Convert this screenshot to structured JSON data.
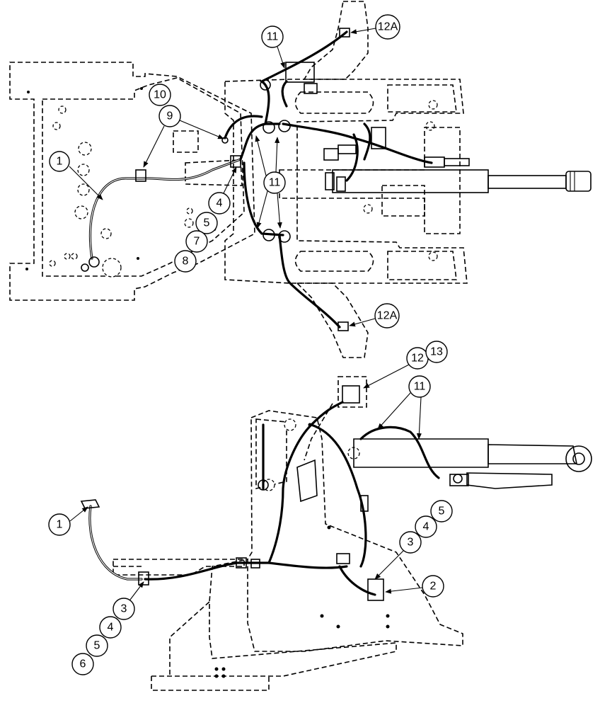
{
  "callouts": {
    "c1_top": "1",
    "c4_top": "4",
    "c5_top": "5",
    "c7_top": "7",
    "c8_top": "8",
    "c9_top": "9",
    "c10_top": "10",
    "c11_top_a": "11",
    "c11_top_b": "11",
    "c12a_top_a": "12A",
    "c12a_top_b": "12A",
    "c1_bot": "1",
    "c2_bot": "2",
    "c3_bot_a": "3",
    "c3_bot_b": "3",
    "c4_bot_a": "4",
    "c4_bot_b": "4",
    "c5_bot_a": "5",
    "c5_bot_b": "5",
    "c6_bot": "6",
    "c11_bot": "11",
    "c12_bot": "12",
    "c13_bot": "13"
  },
  "colors": {
    "line": "#000000",
    "background": "#ffffff"
  }
}
